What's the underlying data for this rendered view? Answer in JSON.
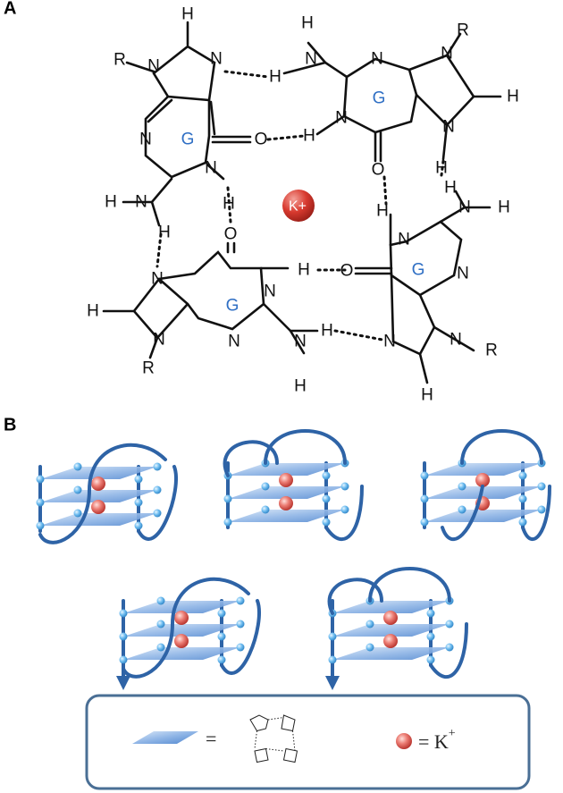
{
  "panel_a": {
    "label": "A",
    "atoms": {
      "n": "N",
      "h": "H",
      "o": "O",
      "r": "R"
    },
    "base_label": "G",
    "ion": "K+"
  },
  "panel_b": {
    "label": "B"
  },
  "legend": {
    "equals": "=",
    "ion_equals": "= K",
    "ion_sup": "+"
  },
  "colors": {
    "strand": "#2e63a6",
    "plane": "#5f95d8",
    "ion": "#d9534f",
    "legend_border": "#4a6f95",
    "base_label": "#2f6fc4"
  }
}
